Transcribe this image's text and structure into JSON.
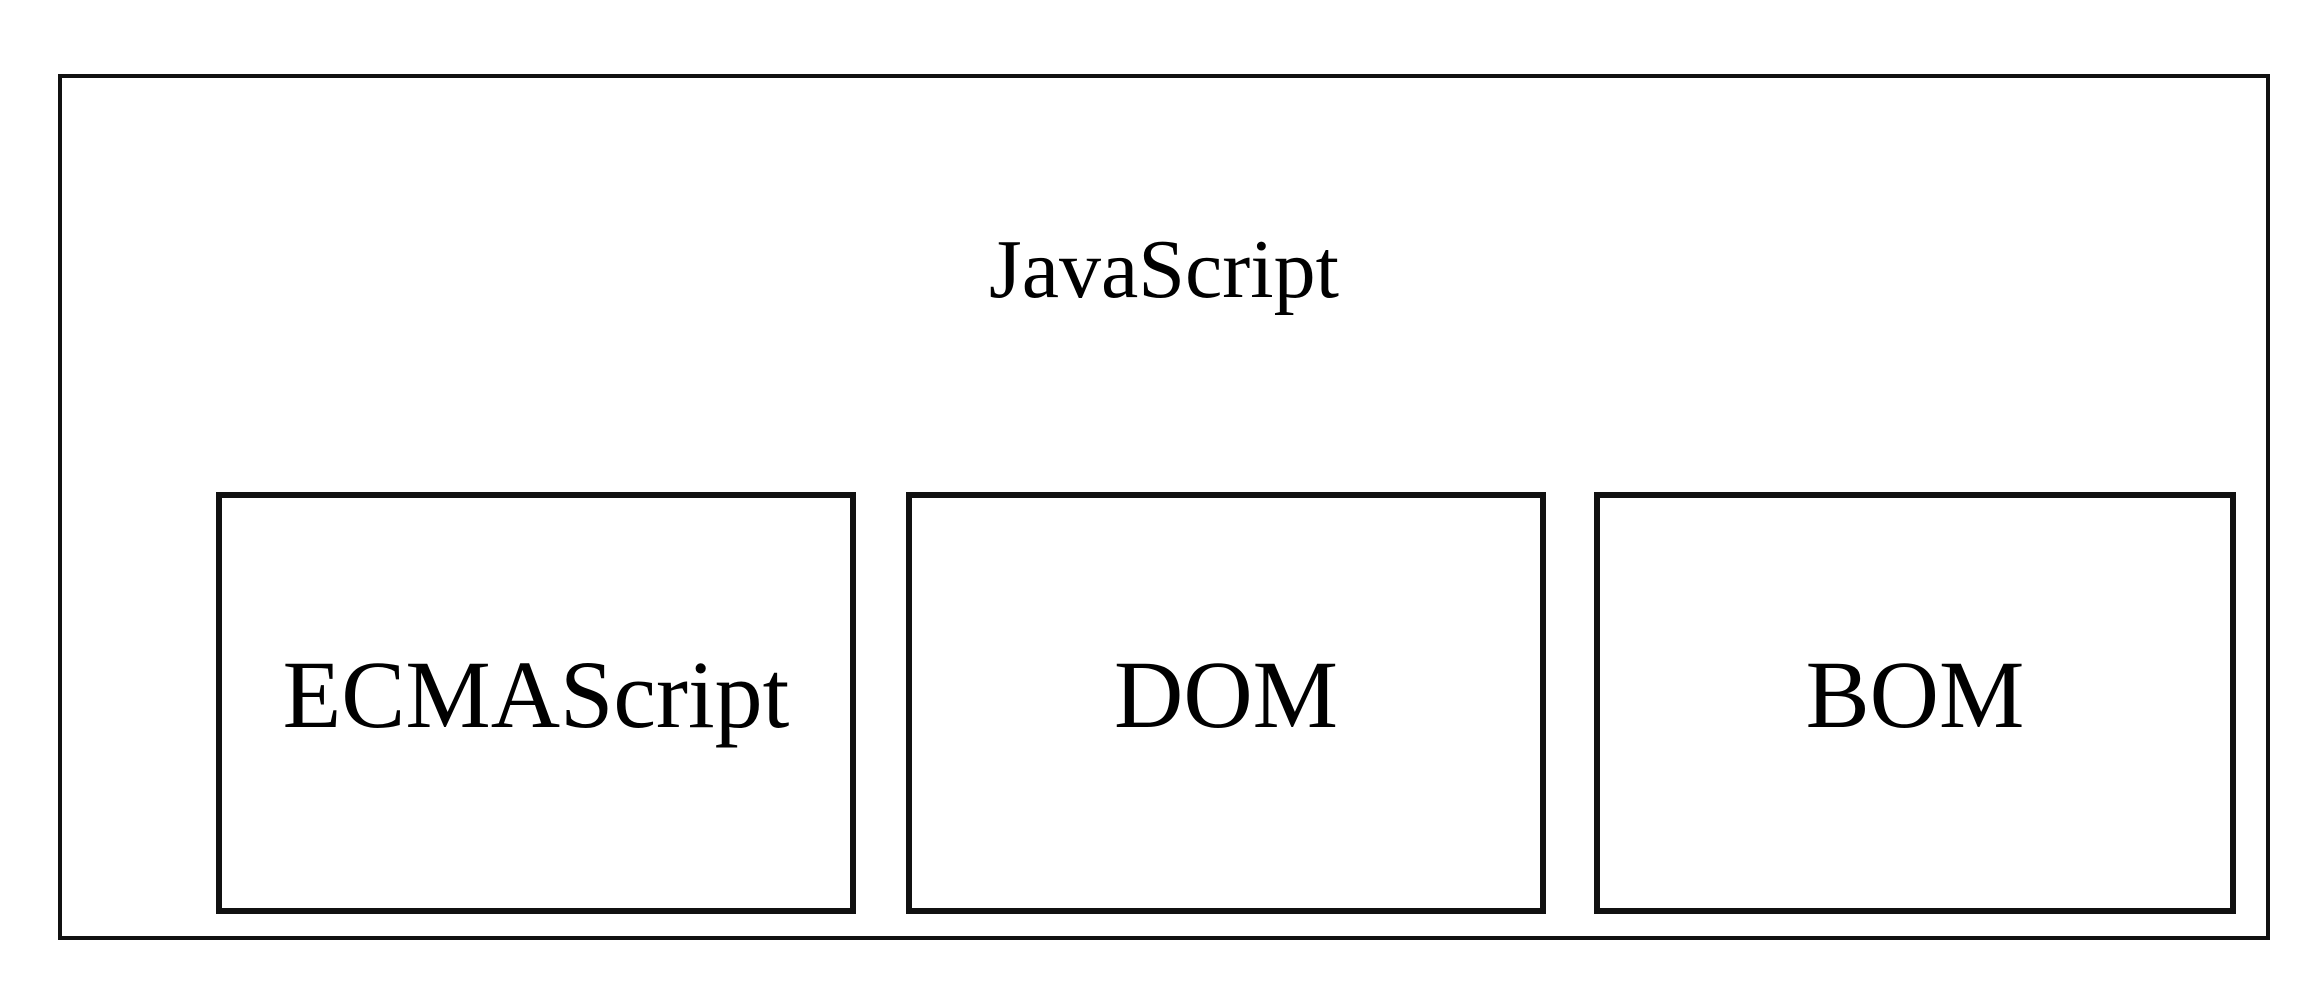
{
  "diagram": {
    "container": {
      "title": "JavaScript"
    },
    "components": [
      {
        "label": "ECMAScript"
      },
      {
        "label": "DOM"
      },
      {
        "label": "BOM"
      }
    ]
  }
}
